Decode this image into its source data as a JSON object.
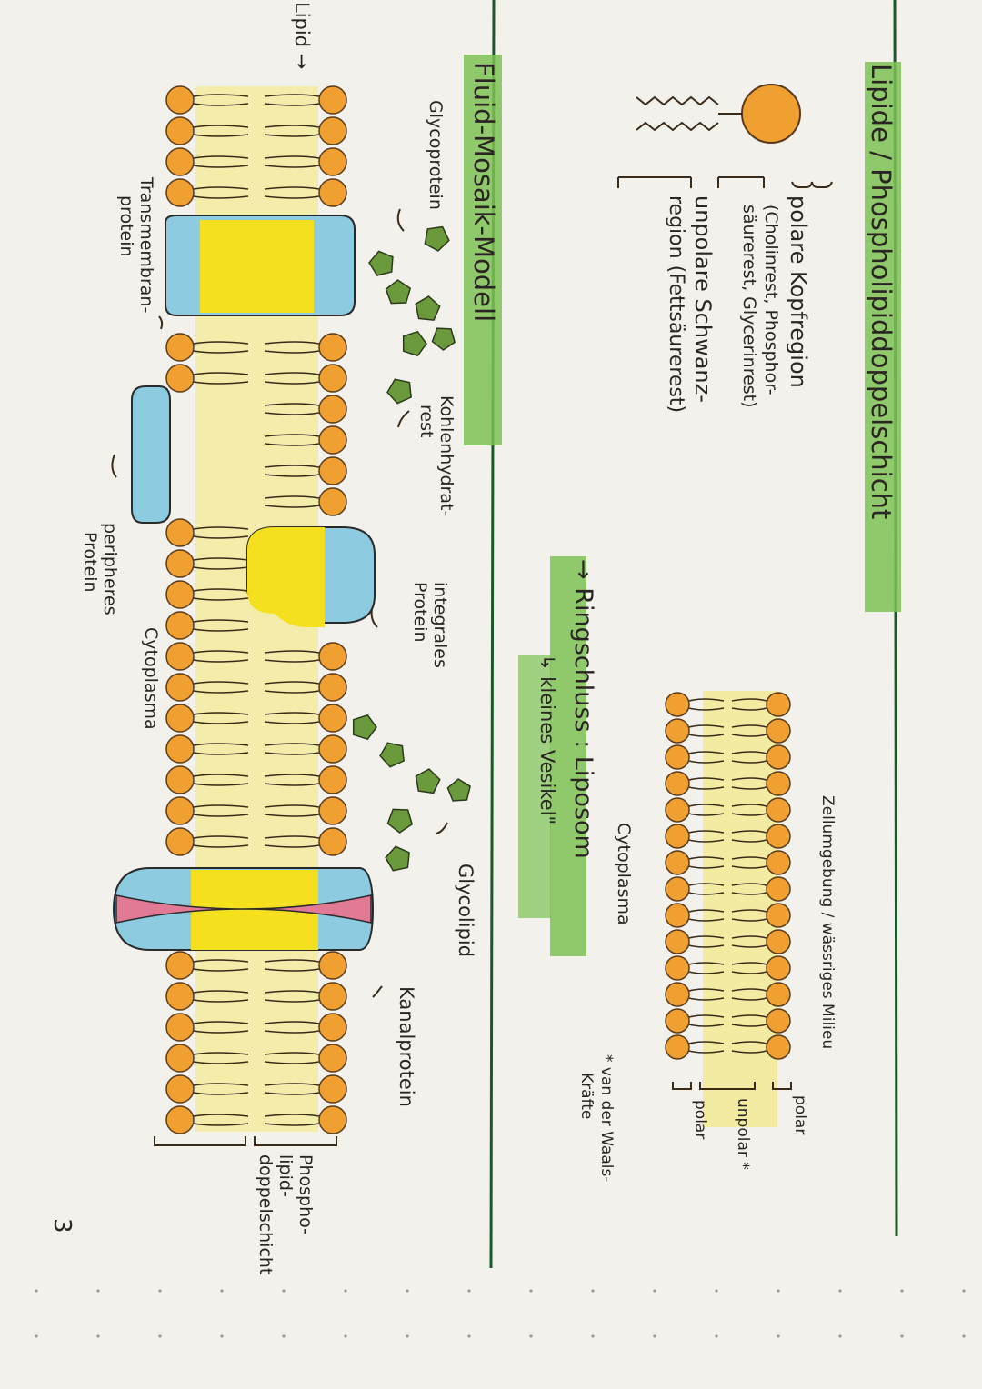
{
  "section1": {
    "title": "Lipide / Phospholipiddoppelschicht",
    "polar_label": "polare Kopfregion",
    "polar_detail1": "(Cholinrest, Phosphor-",
    "polar_detail2": "säurerest, Glycerinrest)",
    "unpolar_label": "unpolare Schwanz-",
    "unpolar_detail": "region (Fettsäurerest)"
  },
  "bilayer_small": {
    "top_label": "Zellumgebung / wässriges Milieu",
    "bottom_label": "Cytoplasma",
    "brace_polar_top": "polar",
    "brace_unpolar": "unpolar *",
    "brace_polar_bottom": "polar",
    "footnote1": "* van der Waals-",
    "footnote2": "Kräfte"
  },
  "ringschluss": {
    "line1": "→ Ringschluss : Liposom",
    "line2": "↳ kleines Vesikel\""
  },
  "section2": {
    "title": "Fluid-Mosaik-Modell",
    "lipid": "Lipid →",
    "glycoprotein": "Glycoprotein",
    "kohlenhydrat1": "Kohlenhydrat-",
    "kohlenhydrat2": "rest",
    "integral1": "integrales",
    "integral2": "Protein",
    "glycolipid": "Glycolipid",
    "kanal": "Kanalprotein",
    "phospho1": "Phospho-",
    "phospho2": "lipid-",
    "phospho3": "doppelschicht",
    "transmembran1": "Transmembran-",
    "transmembran2": "protein",
    "peripheral1": "peripheres",
    "peripheral2": "Protein",
    "cytoplasma": "Cytoplasma",
    "page_number": "3"
  },
  "colors": {
    "head": "#f0a030",
    "head_stroke": "#5a3a1a",
    "bilayer_yellow": "#f5e65a",
    "protein_blue": "#8ccbe0",
    "protein_yellow": "#f5e020",
    "sugar_green": "#6b9a3c",
    "title_green": "#7cc255",
    "channel_pink": "#e07a95",
    "line_green": "#1a5a2a"
  }
}
